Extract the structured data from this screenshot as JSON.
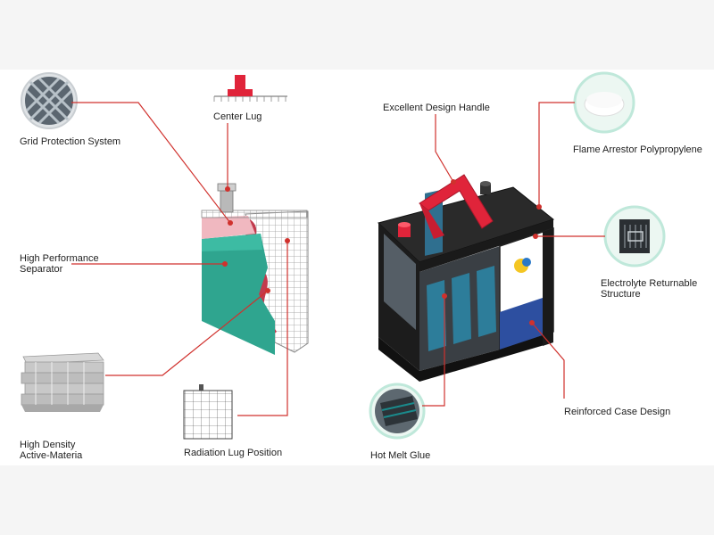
{
  "labels": {
    "grid_protection": "Grid Protection System",
    "center_lug": "Center Lug",
    "separator_line1": "High Performance",
    "separator_line2": "Separator",
    "active_material_line1": "High Density",
    "active_material_line2": "Active-Materia",
    "radiation_lug": "Radiation Lug Position",
    "handle": "Excellent Design Handle",
    "flame_arrestor": "Flame Arrestor Polypropylene",
    "electrolyte_line1": "Electrolyte Returnable",
    "electrolyte_line2": "Structure",
    "reinforced_case": "Reinforced Case Design",
    "hot_melt_glue": "Hot Melt Glue"
  },
  "colors": {
    "leader_line": "#d0312d",
    "plate_green": "#2fa58f",
    "plate_pink": "#f0b8c0",
    "handle_red": "#e0243a",
    "battery_body": "#1c1c1c",
    "callout_ring": "#bfe8da"
  },
  "icons": [
    "grid-mesh-icon",
    "center-lug-icon",
    "lead-ingots-icon",
    "radiation-grid-icon",
    "flame-arrestor-disc-icon",
    "electrolyte-structure-icon",
    "hot-melt-glue-icon"
  ]
}
